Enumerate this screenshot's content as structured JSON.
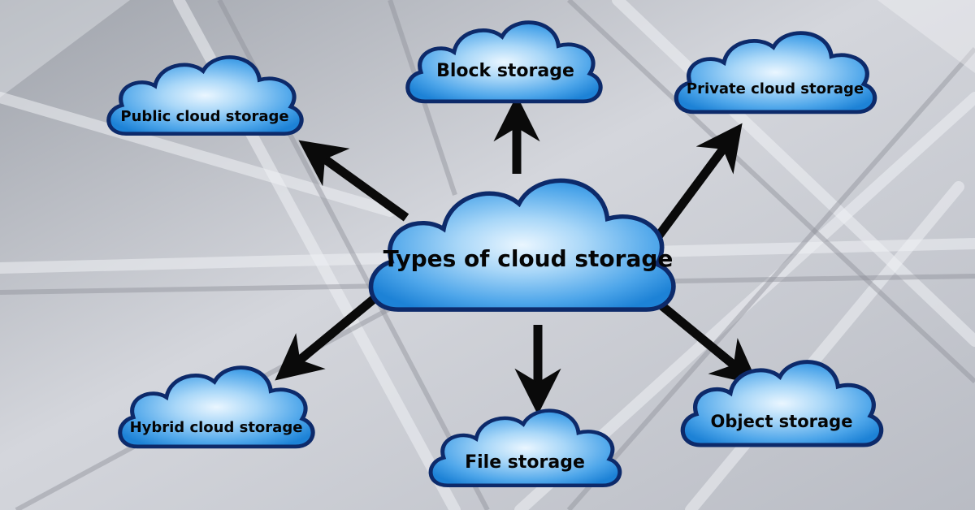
{
  "diagram": {
    "center": {
      "label": "Types of cloud storage"
    },
    "nodes": [
      {
        "id": "block",
        "label": "Block storage"
      },
      {
        "id": "public",
        "label": "Public cloud storage"
      },
      {
        "id": "private",
        "label": "Private cloud storage"
      },
      {
        "id": "hybrid",
        "label": "Hybrid cloud storage"
      },
      {
        "id": "file",
        "label": "File storage"
      },
      {
        "id": "object",
        "label": "Object storage"
      }
    ],
    "edges": [
      {
        "from": "center",
        "to": "block"
      },
      {
        "from": "center",
        "to": "public"
      },
      {
        "from": "center",
        "to": "private"
      },
      {
        "from": "center",
        "to": "hybrid"
      },
      {
        "from": "center",
        "to": "file"
      },
      {
        "from": "center",
        "to": "object"
      }
    ]
  },
  "colors": {
    "cloud_light": "#eaf6ff",
    "cloud_mid": "#5fb4ee",
    "cloud_dark": "#1d82d6",
    "cloud_outline": "#0d2a6a",
    "arrow": "#0a0a0a",
    "background": "#c9ccd3"
  }
}
